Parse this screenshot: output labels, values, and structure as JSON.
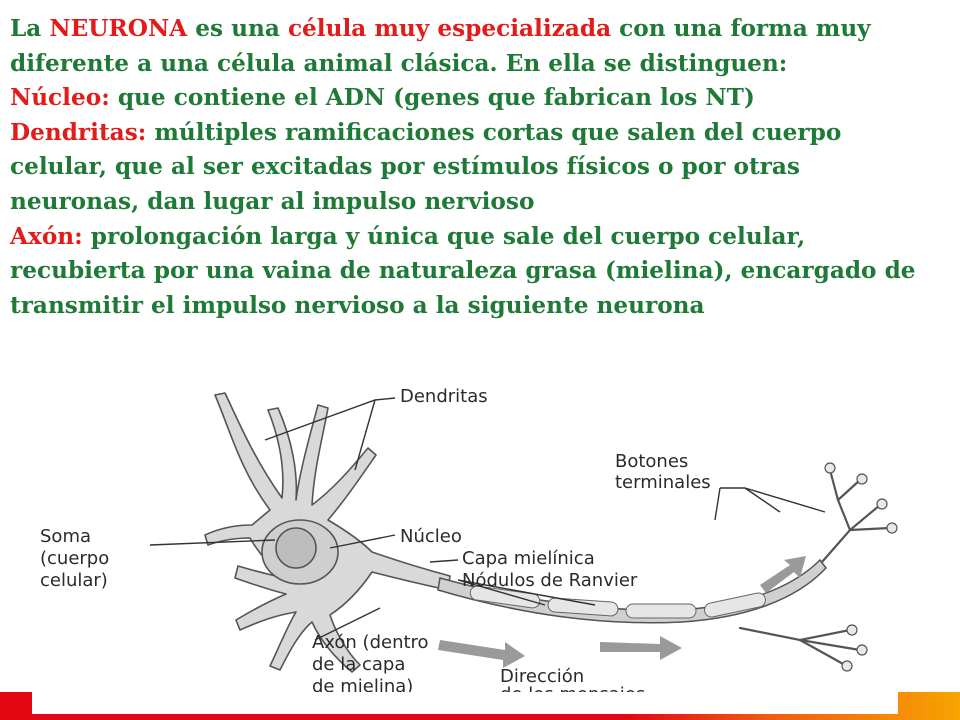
{
  "text": {
    "p1_part1": "La ",
    "p1_neurona": "NEURONA",
    "p1_part2": " es una ",
    "p1_celula": "célula muy especializada",
    "p1_part3": "  con una forma muy",
    "p1_line2": "diferente a una célula animal clásica.  En ella se distinguen:",
    "nucleo_term": "Núcleo:",
    "nucleo_desc": " que contiene el ADN (genes que fabrican los NT)",
    "dendritas_term": "Dendritas:",
    "dendritas_desc1": " múltiples ramificaciones cortas que salen del cuerpo",
    "dendritas_desc2": "celular, que al ser excitadas por estímulos físicos o por otras",
    "dendritas_desc3": "neuronas, dan lugar al impulso nervioso",
    "axon_term": "Axón:",
    "axon_desc1": " prolongación larga y única que sale del cuerpo celular,",
    "axon_desc2": "recubierta por una vaina de naturaleza grasa (mielina), encargado de",
    "axon_desc3": "transmitir el impulso nervioso a la siguiente neurona"
  },
  "diagram_labels": {
    "dendritas": "Dendritas",
    "botones_1": "Botones",
    "botones_2": "terminales",
    "soma_1": "Soma",
    "soma_2": "(cuerpo",
    "soma_3": "celular)",
    "nucleo": "Núcleo",
    "capa": "Capa mielínica",
    "nodulos": "Nódulos de Ranvier",
    "axon_1": "Axón (dentro",
    "axon_2": "de la capa",
    "axon_3": "de mielina)",
    "direccion_1": "Dirección",
    "direccion_2": "de los mensajes"
  },
  "colors": {
    "term_red": "#e21b1b",
    "text_green": "#1e7a36",
    "bar_red": "#e30613",
    "bar_orange": "#f7a400"
  }
}
